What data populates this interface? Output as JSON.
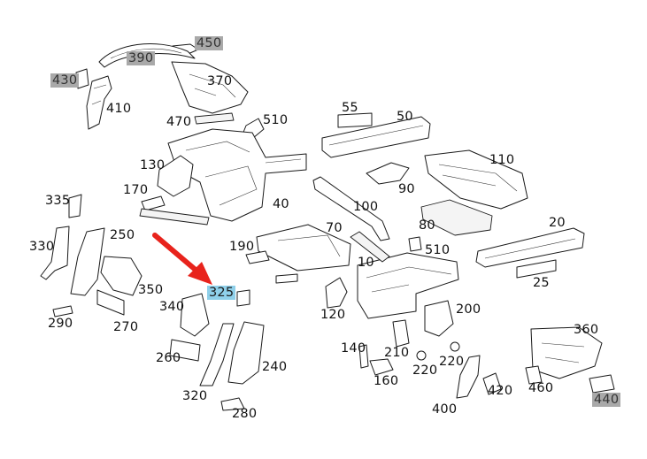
{
  "diagram": {
    "labels": {
      "p450": "450",
      "p390": "390",
      "p430": "430",
      "p370": "370",
      "p410": "410",
      "p470": "470",
      "p510a": "510",
      "p55": "55",
      "p50": "50",
      "p130": "130",
      "p110": "110",
      "p90": "90",
      "p170": "170",
      "p335": "335",
      "p40": "40",
      "p100": "100",
      "p250": "250",
      "p330": "330",
      "p70": "70",
      "p80": "80",
      "p20": "20",
      "p190": "190",
      "p510b": "510",
      "p10": "10",
      "p350": "350",
      "p325": "325",
      "p340": "340",
      "p25": "25",
      "p290": "290",
      "p270": "270",
      "p120": "120",
      "p200": "200",
      "p360": "360",
      "p260": "260",
      "p140": "140",
      "p210": "210",
      "p220a": "220",
      "p220b": "220",
      "p240": "240",
      "p160": "160",
      "p320": "320",
      "p420": "420",
      "p460": "460",
      "p280": "280",
      "p400": "400",
      "p440": "440"
    },
    "highlight_colors": {
      "gray": "#a9a9a9",
      "blue": "#8fd0ea",
      "arrow": "#e8231c"
    },
    "highlighted_part": "325"
  }
}
